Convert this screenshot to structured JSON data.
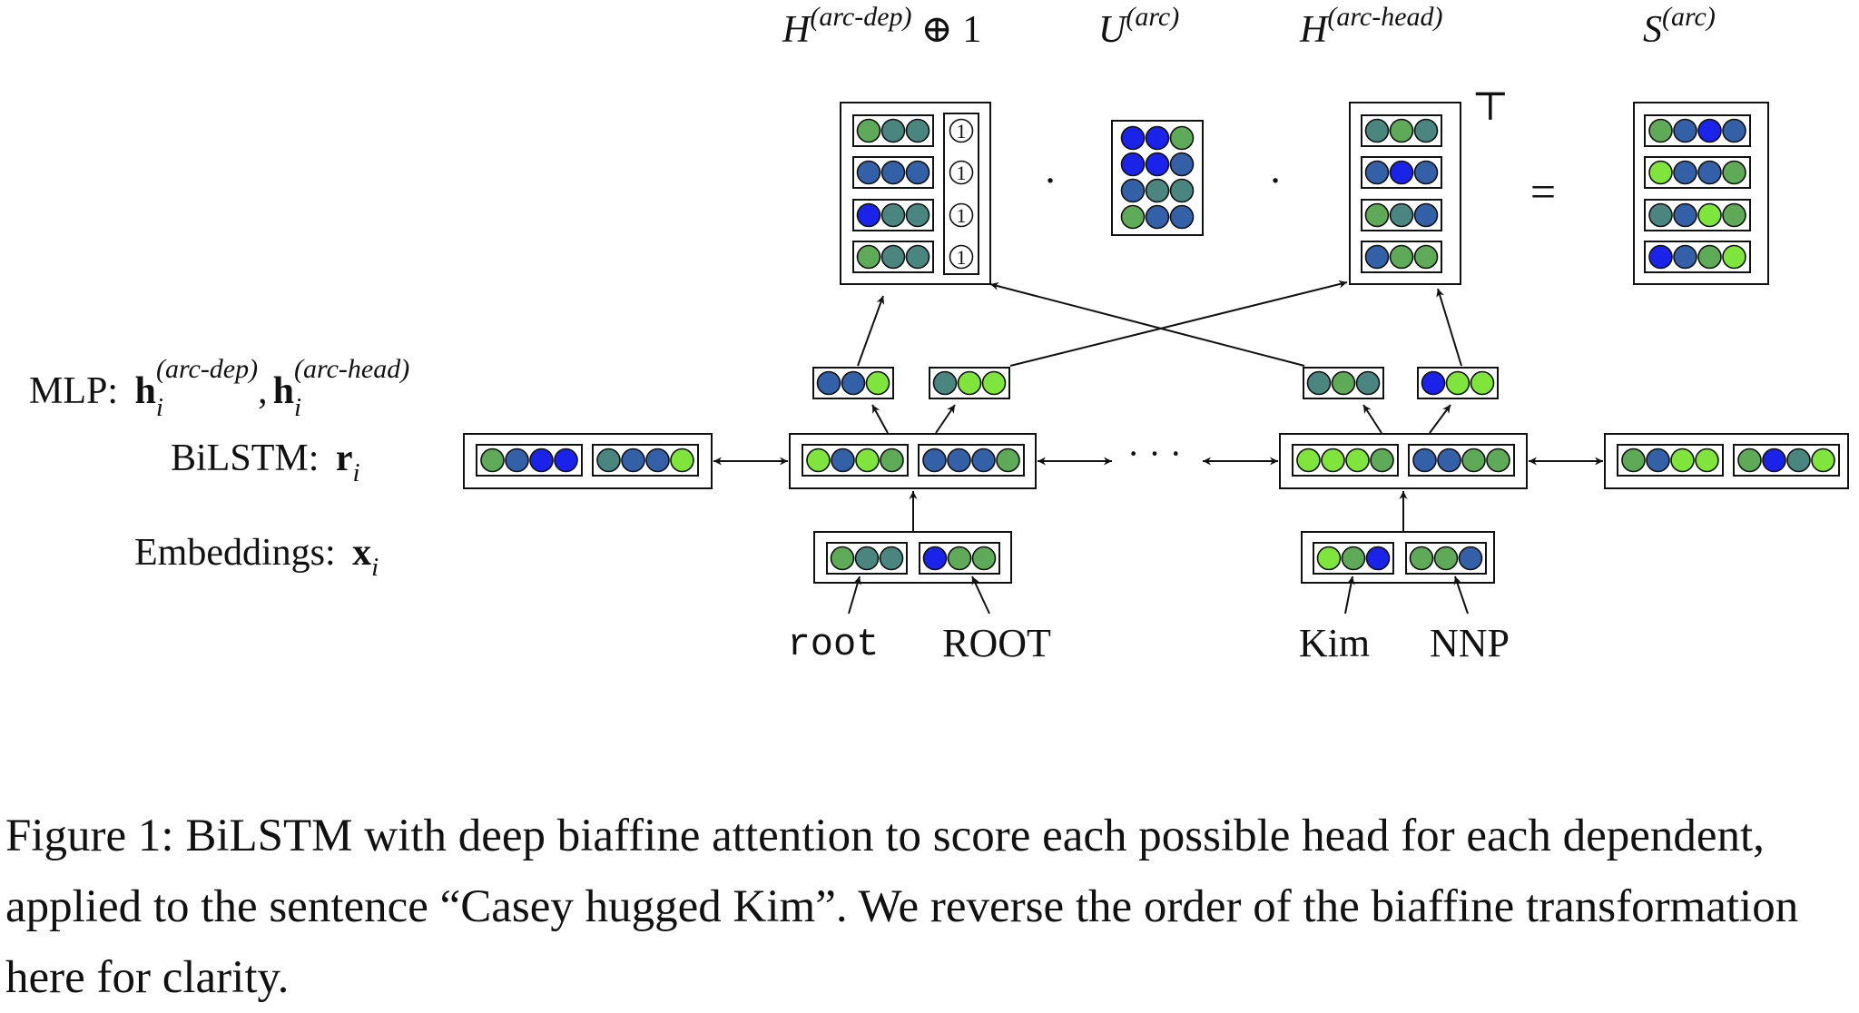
{
  "labels": {
    "mlp_prefix": "MLP:",
    "mlp_h": "h",
    "mlp_sub": "i",
    "mlp_dep_sup": "(arc-dep)",
    "mlp_comma": ",",
    "mlp_head_sup": "(arc-head)",
    "bilstm_prefix": "BiLSTM:",
    "bilstm_var": "r",
    "bilstm_sub": "i",
    "emb_prefix": "Embeddings:",
    "emb_var": "x",
    "emb_sub": "i"
  },
  "headers": {
    "h_dep_base": "H",
    "h_dep_sup": "(arc-dep)",
    "h_dep_suffix": "⊕ 1",
    "u_base": "U",
    "u_sup": "(arc)",
    "h_head_base": "H",
    "h_head_sup": "(arc-head)",
    "s_base": "S",
    "s_sup": "(arc)"
  },
  "operators": {
    "dot1": "·",
    "dot2": "·",
    "transpose": "⊤",
    "equals": "=",
    "ellipsis": "· · ·"
  },
  "one_symbol": "1",
  "tokens": {
    "root_word": "root",
    "root_tag": "ROOT",
    "kim_word": "Kim",
    "kim_tag": "NNP"
  },
  "caption": "Figure 1: BiLSTM with deep biaffine attention to score each possible head for each dependent, applied to the sentence “Casey hugged Kim”. We reverse the order of the biaffine transformation here for clarity.",
  "colors": {
    "blue": "#1b23e8",
    "navy": "#3460a8",
    "teal": "#4a8580",
    "green": "#5eaa58",
    "lime": "#7fe43c",
    "stroke": "#111111"
  }
}
